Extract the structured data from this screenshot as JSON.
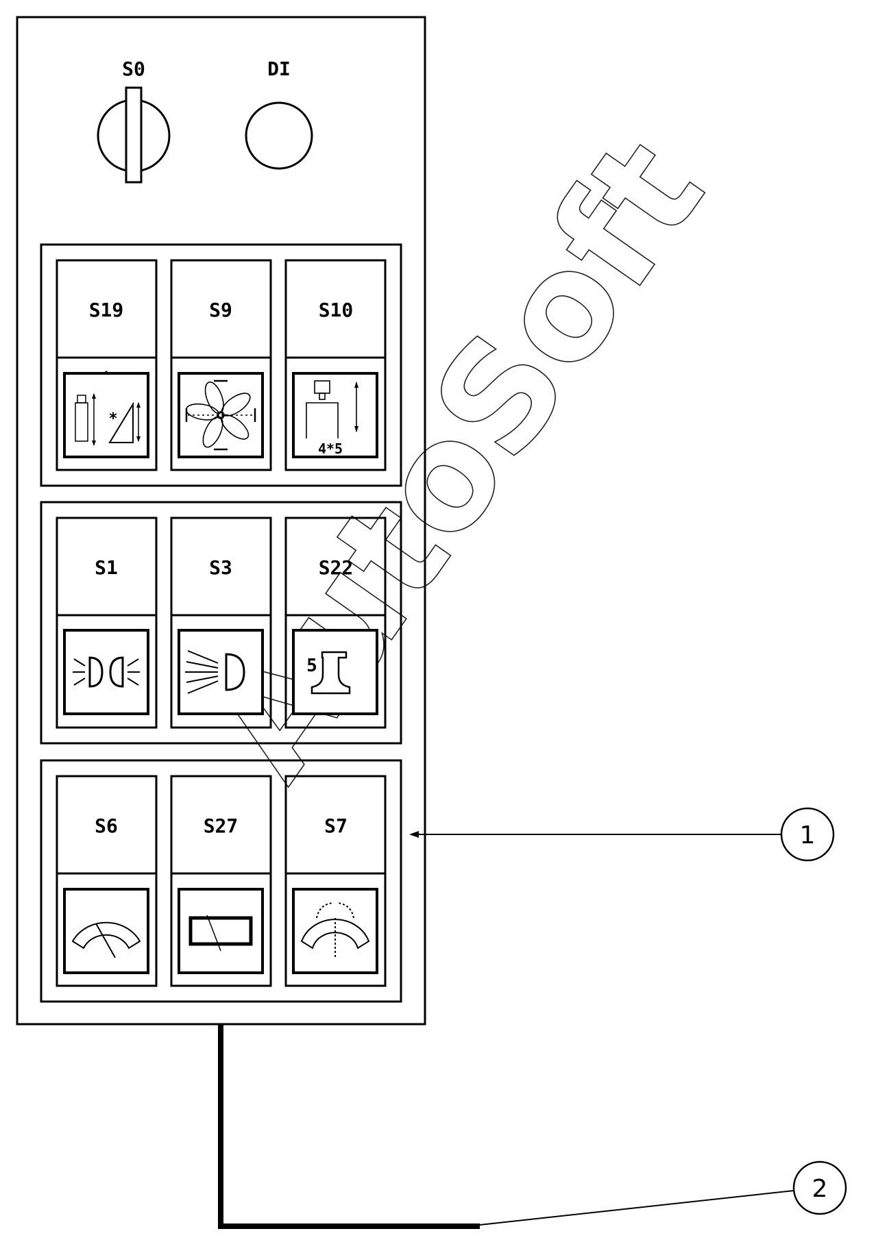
{
  "panel": {
    "top_controls": [
      {
        "id": "S0",
        "label": "S0",
        "kind": "key-switch"
      },
      {
        "id": "D1",
        "label": "DI",
        "kind": "indicator-lamp"
      }
    ],
    "groups": [
      {
        "buttons": [
          {
            "label": "S19",
            "icon": "lift-height-icon"
          },
          {
            "label": "S9",
            "icon": "fan-icon"
          },
          {
            "label": "S10",
            "icon": "lift-4x5-icon",
            "icon_text": "4*5"
          }
        ]
      },
      {
        "buttons": [
          {
            "label": "S1",
            "icon": "double-lamp-icon"
          },
          {
            "label": "S3",
            "icon": "headlight-icon"
          },
          {
            "label": "S22",
            "icon": "rail-icon",
            "icon_text": "5"
          }
        ]
      },
      {
        "buttons": [
          {
            "label": "S6",
            "icon": "arc-gauge-icon"
          },
          {
            "label": "S27",
            "icon": "rectangle-gauge-icon"
          },
          {
            "label": "S7",
            "icon": "spray-arc-icon"
          }
        ]
      }
    ]
  },
  "callouts": [
    {
      "label": "1",
      "target": "control-panel"
    },
    {
      "label": "2",
      "target": "cable"
    }
  ],
  "watermark": "AutoSoft",
  "colors": {
    "line": "#000000",
    "background": "#ffffff"
  }
}
